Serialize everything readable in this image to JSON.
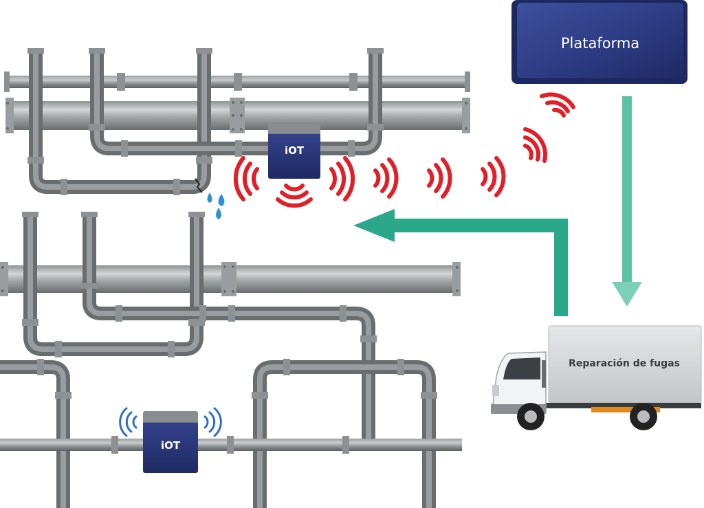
{
  "platform": {
    "label": "Plataforma"
  },
  "sensors": {
    "top_label": "iOT",
    "bottom_label": "iOT"
  },
  "truck": {
    "label": "Reparación de fugas"
  },
  "colors": {
    "pipe": "#7b7e80",
    "pipe_dark": "#5f6264",
    "pipe_light": "#a9acae",
    "pipe_joint": "#8e9193",
    "platform_fill": "#2f3f8a",
    "platform_edge": "#1d2760",
    "iot_fill": "#2d3a7c",
    "signal_red": "#e21f26",
    "signal_blue": "#2c6fc9",
    "arrow_green": "#2aa889",
    "arrow_green_light": "#7bd0b7",
    "water_drop": "#2f8fd8"
  }
}
